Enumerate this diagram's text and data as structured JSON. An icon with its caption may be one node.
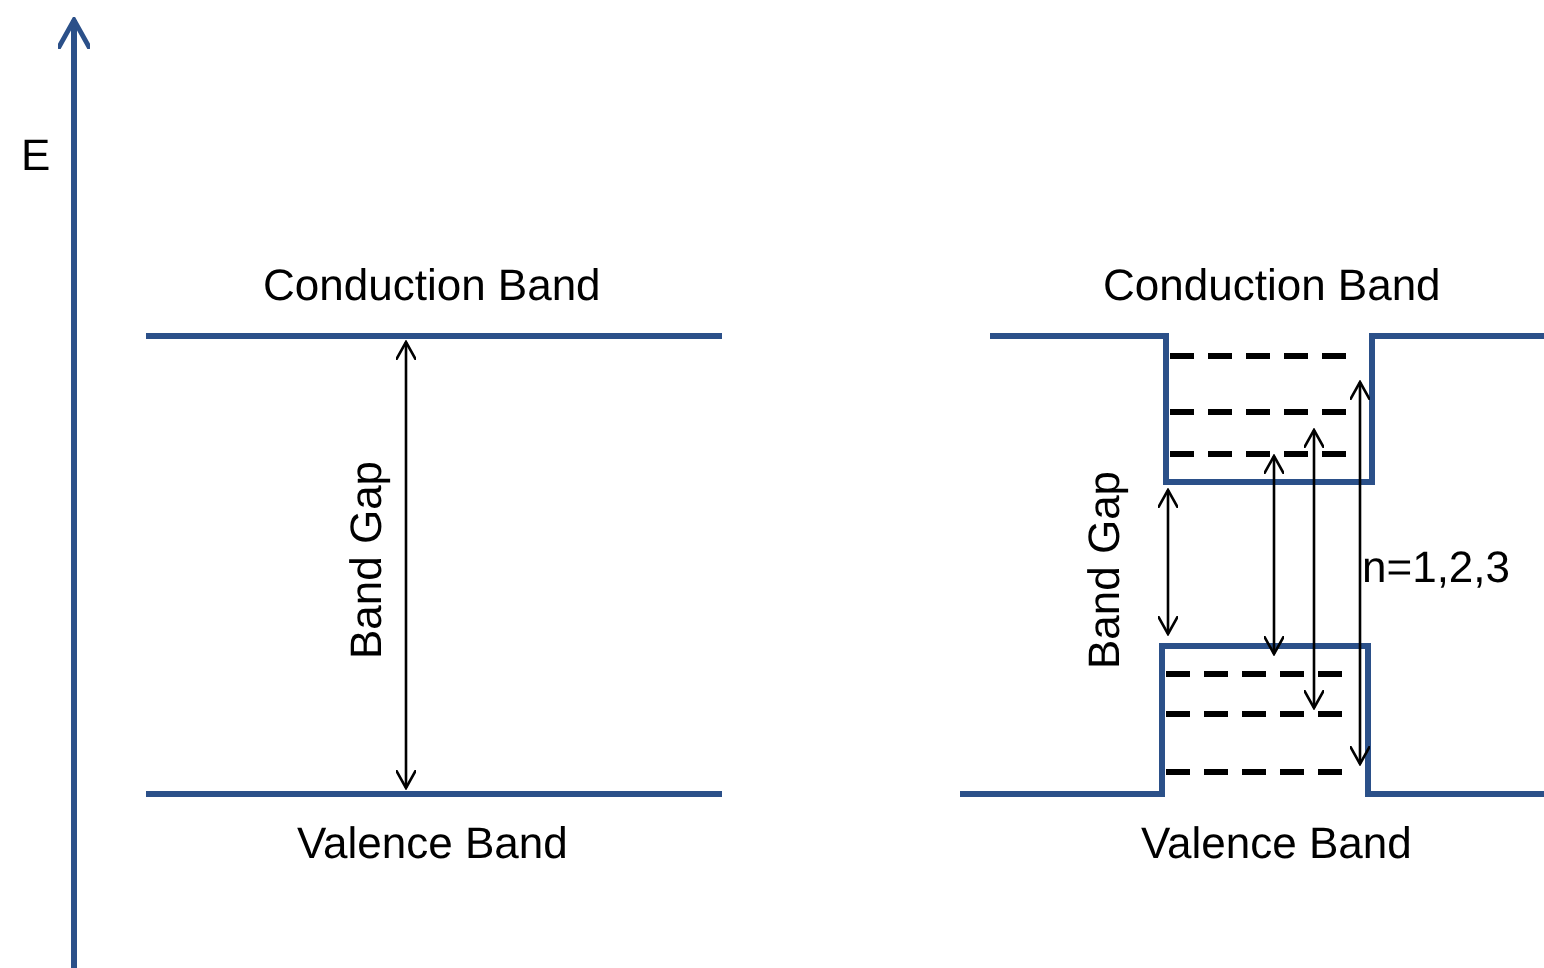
{
  "diagram": {
    "labels": [
      "E",
      "Conduction Band",
      "Band Gap",
      "Valence Band",
      "Conduction Band",
      "Band Gap",
      "n=1,2,3",
      "Valence Band"
    ]
  }
}
